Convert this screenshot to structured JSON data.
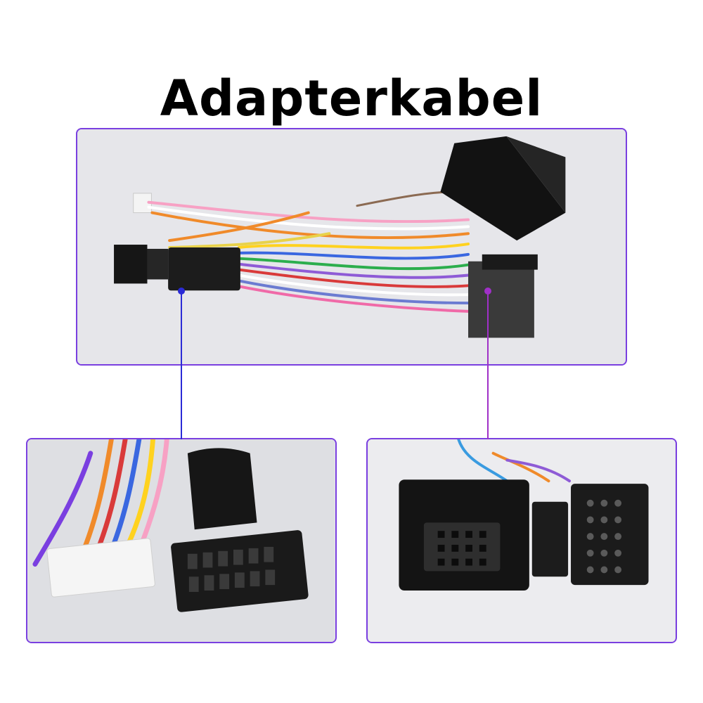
{
  "page": {
    "title": "Adapterkabel"
  },
  "colors": {
    "accent": "#7a3fe0",
    "line_left": "#2b2bd6",
    "line_right": "#a030c8",
    "panel_bg": "#e4e5e9"
  },
  "panels": [
    {
      "id": "overview",
      "content": "wiring-harness-photo"
    },
    {
      "id": "detail-left",
      "content": "iso-plug-detail-photo"
    },
    {
      "id": "detail-right",
      "content": "quadlock-plug-detail-photo"
    }
  ]
}
